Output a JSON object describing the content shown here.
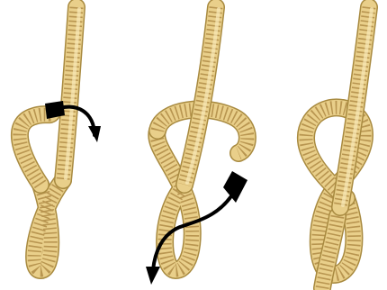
{
  "figure": {
    "panels": [
      {
        "id": "step-1",
        "description_visible": "",
        "arrow": "rope-end-passes-behind-standing-part"
      },
      {
        "id": "step-2",
        "description_visible": "",
        "arrow": "rope-end-threads-down-through-loop"
      },
      {
        "id": "step-3",
        "description_visible": "",
        "arrow": ""
      }
    ],
    "colors": {
      "rope_fill": "#E9CF8A",
      "rope_edge": "#A88A40",
      "rope_twist": "#B89550",
      "arrow": "#000000",
      "background": "#FFFFFF"
    }
  }
}
